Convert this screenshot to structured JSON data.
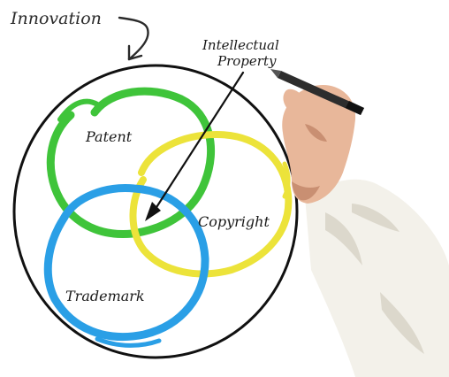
{
  "diagram": {
    "title": "Innovation",
    "pointer_label_line1": "Intellectual",
    "pointer_label_line2": "Property",
    "circles": [
      {
        "label": "Patent",
        "color": "#3fc43a"
      },
      {
        "label": "Copyright",
        "color": "#ece33a"
      },
      {
        "label": "Trademark",
        "color": "#2a9fe6"
      }
    ],
    "outline_color": "#111111",
    "pen_color": "#2d2d2d"
  }
}
